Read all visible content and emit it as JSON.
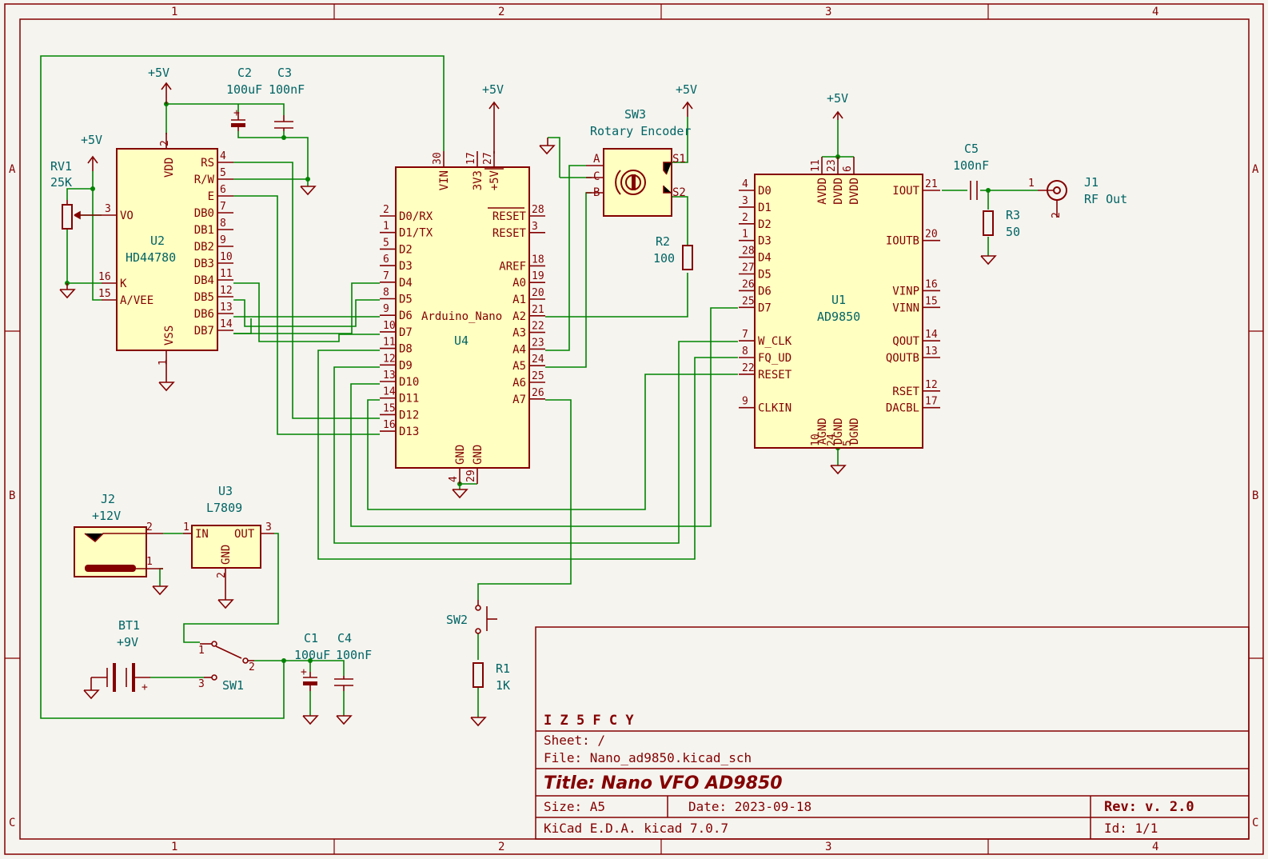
{
  "frame": {
    "cols": [
      "1",
      "2",
      "3",
      "4"
    ],
    "rows": [
      "A",
      "B",
      "C"
    ]
  },
  "title_block": {
    "company": "I Z 5 F C Y",
    "sheet": "Sheet: /",
    "file": "File: Nano_ad9850.kicad_sch",
    "title": "Title: Nano VFO AD9850",
    "size": "Size: A5",
    "date": "Date: 2023-09-18",
    "rev": "Rev: v. 2.0",
    "tool": "KiCad E.D.A.  kicad 7.0.7",
    "id": "Id: 1/1"
  },
  "power": {
    "plus5": "+5V"
  },
  "components": {
    "u2": {
      "ref": "U2",
      "value": "HD44780",
      "pins_left": [
        {
          "name": "VO",
          "num": "3"
        },
        {
          "name": "K",
          "num": "16"
        },
        {
          "name": "A/VEE",
          "num": "15"
        }
      ],
      "pins_right": [
        {
          "name": "RS",
          "num": "4"
        },
        {
          "name": "R/W",
          "num": "5"
        },
        {
          "name": "E",
          "num": "6"
        },
        {
          "name": "DB0",
          "num": "7"
        },
        {
          "name": "DB1",
          "num": "8"
        },
        {
          "name": "DB2",
          "num": "9"
        },
        {
          "name": "DB3",
          "num": "10"
        },
        {
          "name": "DB4",
          "num": "11"
        },
        {
          "name": "DB5",
          "num": "12"
        },
        {
          "name": "DB6",
          "num": "13"
        },
        {
          "name": "DB7",
          "num": "14"
        }
      ],
      "top": {
        "name": "VDD",
        "num": "2"
      },
      "bottom": {
        "name": "VSS",
        "num": "1"
      }
    },
    "u4": {
      "ref": "U4",
      "value": "Arduino_Nano",
      "pins_left": [
        {
          "name": "D0/RX",
          "num": "2"
        },
        {
          "name": "D1/TX",
          "num": "1"
        },
        {
          "name": "D2",
          "num": "5"
        },
        {
          "name": "D3",
          "num": "6"
        },
        {
          "name": "D4",
          "num": "7"
        },
        {
          "name": "D5",
          "num": "8"
        },
        {
          "name": "D6",
          "num": "9"
        },
        {
          "name": "D7",
          "num": "10"
        },
        {
          "name": "D8",
          "num": "11"
        },
        {
          "name": "D9",
          "num": "12"
        },
        {
          "name": "D10",
          "num": "13"
        },
        {
          "name": "D11",
          "num": "14"
        },
        {
          "name": "D12",
          "num": "15"
        },
        {
          "name": "D13",
          "num": "16"
        }
      ],
      "pins_right": [
        {
          "name": "RESET",
          "num": "28"
        },
        {
          "name": "RESET",
          "num": "3"
        },
        {
          "name": "",
          "num": ""
        },
        {
          "name": "AREF",
          "num": "18"
        },
        {
          "name": "A0",
          "num": "19"
        },
        {
          "name": "A1",
          "num": "20"
        },
        {
          "name": "A2",
          "num": "21"
        },
        {
          "name": "A3",
          "num": "22"
        },
        {
          "name": "A4",
          "num": "23"
        },
        {
          "name": "A5",
          "num": "24"
        },
        {
          "name": "A6",
          "num": "25"
        },
        {
          "name": "A7",
          "num": "26"
        }
      ],
      "top": [
        {
          "name": "VIN",
          "num": "30"
        },
        {
          "name": "3V3",
          "num": "17"
        },
        {
          "name": "+5V",
          "num": "27"
        }
      ],
      "bottom": [
        {
          "name": "GND",
          "num": "4"
        },
        {
          "name": "GND",
          "num": "29"
        }
      ]
    },
    "u1": {
      "ref": "U1",
      "value": "AD9850",
      "pins_left": [
        {
          "name": "D0",
          "num": "4"
        },
        {
          "name": "D1",
          "num": "3"
        },
        {
          "name": "D2",
          "num": "2"
        },
        {
          "name": "D3",
          "num": "1"
        },
        {
          "name": "D4",
          "num": "28"
        },
        {
          "name": "D5",
          "num": "27"
        },
        {
          "name": "D6",
          "num": "26"
        },
        {
          "name": "D7",
          "num": "25"
        },
        {
          "name": "",
          "num": ""
        },
        {
          "name": "W_CLK",
          "num": "7"
        },
        {
          "name": "FQ_UD",
          "num": "8"
        },
        {
          "name": "RESET",
          "num": "22"
        },
        {
          "name": "",
          "num": ""
        },
        {
          "name": "CLKIN",
          "num": "9"
        }
      ],
      "pins_right": [
        {
          "name": "IOUT",
          "num": "21"
        },
        {
          "name": "",
          "num": ""
        },
        {
          "name": "",
          "num": ""
        },
        {
          "name": "IOUTB",
          "num": "20"
        },
        {
          "name": "",
          "num": ""
        },
        {
          "name": "",
          "num": ""
        },
        {
          "name": "VINP",
          "num": "16"
        },
        {
          "name": "VINN",
          "num": "15"
        },
        {
          "name": "",
          "num": ""
        },
        {
          "name": "QOUT",
          "num": "14"
        },
        {
          "name": "QOUTB",
          "num": "13"
        },
        {
          "name": "",
          "num": ""
        },
        {
          "name": "RSET",
          "num": "12"
        },
        {
          "name": "DACBL",
          "num": "17"
        }
      ],
      "top": [
        {
          "name": "AVDD",
          "num": "11"
        },
        {
          "name": "DVDD",
          "num": "23"
        },
        {
          "name": "DVDD",
          "num": "6"
        }
      ],
      "bottom": [
        {
          "name": "AGND",
          "num": "10"
        },
        {
          "name": "DGND",
          "num": "24"
        },
        {
          "name": "DGND",
          "num": "5"
        }
      ]
    },
    "u3": {
      "ref": "U3",
      "value": "L7809",
      "in": "IN",
      "out": "OUT",
      "gnd": "GND",
      "in_num": "1",
      "out_num": "3",
      "gnd_num": "2"
    },
    "rv1": {
      "ref": "RV1",
      "value": "25K"
    },
    "c2": {
      "ref": "C2",
      "value": "100uF"
    },
    "c3": {
      "ref": "C3",
      "value": "100nF"
    },
    "c1": {
      "ref": "C1",
      "value": "100uF"
    },
    "c4": {
      "ref": "C4",
      "value": "100nF"
    },
    "c5": {
      "ref": "C5",
      "value": "100nF"
    },
    "r1": {
      "ref": "R1",
      "value": "1K"
    },
    "r2": {
      "ref": "R2",
      "value": "100"
    },
    "r3": {
      "ref": "R3",
      "value": "50"
    },
    "sw1": {
      "ref": "SW1",
      "p1": "1",
      "p2": "2",
      "p3": "3"
    },
    "sw2": {
      "ref": "SW2"
    },
    "sw3": {
      "ref": "SW3",
      "value": "Rotary Encoder",
      "pa": "A",
      "pc": "C",
      "pb": "B",
      "s1": "S1",
      "s2": "S2"
    },
    "j1": {
      "ref": "J1",
      "value": "RF Out",
      "p1": "1",
      "p2": "2"
    },
    "j2": {
      "ref": "J2",
      "value": "+12V",
      "p1": "1",
      "p2": "2"
    },
    "bt1": {
      "ref": "BT1",
      "value": "+9V"
    }
  }
}
